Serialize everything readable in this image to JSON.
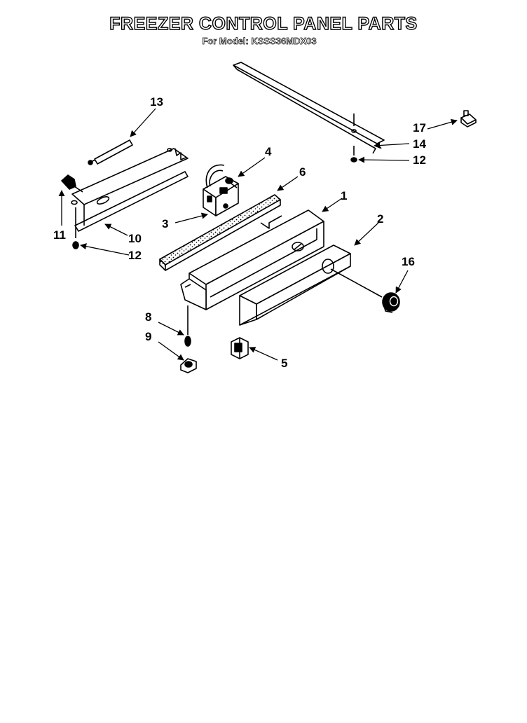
{
  "title": "FREEZER CONTROL PANEL PARTS",
  "subtitle": "For Model: KSSS36MDX03",
  "callouts": [
    {
      "id": "c13",
      "text": "13"
    },
    {
      "id": "c4",
      "text": "4"
    },
    {
      "id": "c6",
      "text": "6"
    },
    {
      "id": "c1",
      "text": "1"
    },
    {
      "id": "c2",
      "text": "2"
    },
    {
      "id": "c3",
      "text": "3"
    },
    {
      "id": "c11",
      "text": "11"
    },
    {
      "id": "c10",
      "text": "10"
    },
    {
      "id": "c12a",
      "text": "12"
    },
    {
      "id": "c17",
      "text": "17"
    },
    {
      "id": "c14",
      "text": "14"
    },
    {
      "id": "c12b",
      "text": "12"
    },
    {
      "id": "c16",
      "text": "16"
    },
    {
      "id": "c8",
      "text": "8"
    },
    {
      "id": "c9",
      "text": "9"
    },
    {
      "id": "c5",
      "text": "5"
    }
  ]
}
